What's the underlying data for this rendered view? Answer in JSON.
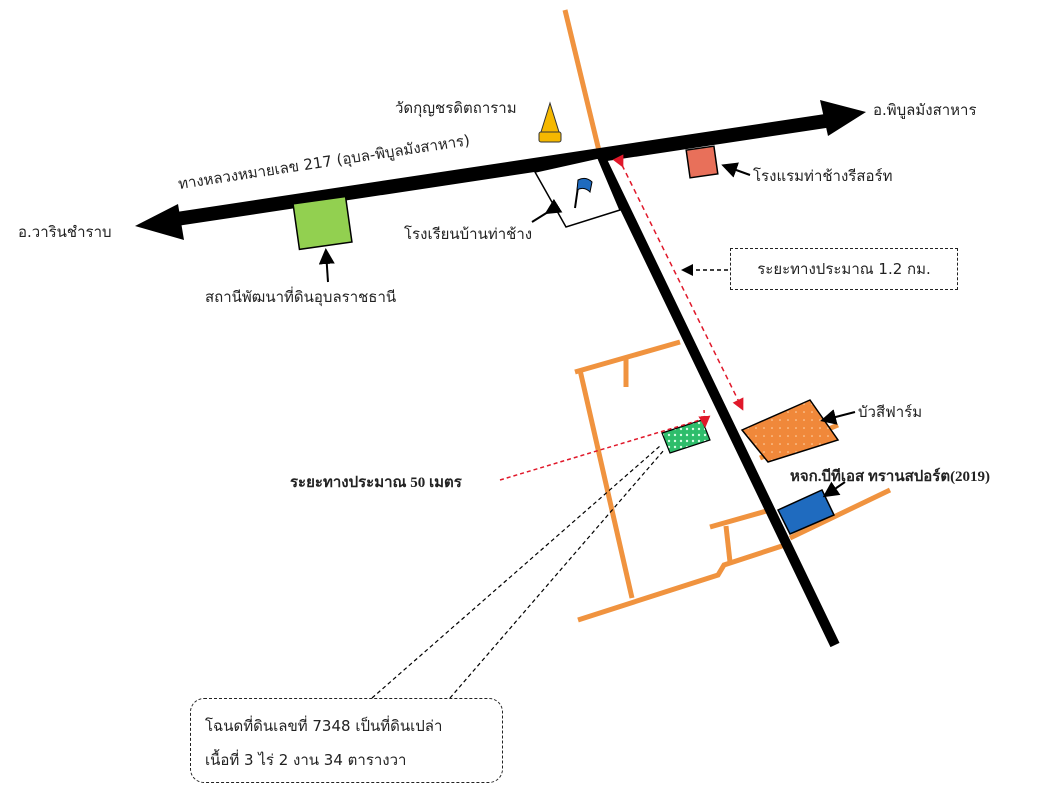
{
  "places": {
    "west_destination": "อ.วารินชำราบ",
    "east_destination": "อ.พิบูลมังสาหาร",
    "highway": "ทางหลวงหมายเลข  217 (อุบล-พิบูลมังสาหาร)",
    "temple": "วัดกุญชรดิตถาราม",
    "school": "โรงเรียนบ้านท่าช้าง",
    "land_station": "สถานีพัฒนาที่ดินอุบลราชธานี",
    "hotel": "โรงแรมท่าช้างรีสอร์ท",
    "farm": "บัวสีฟาร์ม",
    "company": "หจก.บีทีเอส ทรานสปอร์ต(2019)"
  },
  "distances": {
    "main": "ระยะทางประมาณ 1.2 กม.",
    "short": "ระยะทางประมาณ 50 เมตร"
  },
  "plot_info": {
    "line1": "โฉนดที่ดินเลขที่ 7348 เป็นที่ดินเปล่า",
    "line2": "เนื้อที่ 3 ไร่ 2 งาน 34 ตารางวา"
  },
  "colors": {
    "road": "#000000",
    "local_road": "#f0933f",
    "distance_line": "#e0182a",
    "land_station": "#92d050",
    "hotel": "#e8705a",
    "farm": "#f0883a",
    "company": "#1f6bbf",
    "plot": "#2ebd6b",
    "temple": "#f5b800"
  }
}
